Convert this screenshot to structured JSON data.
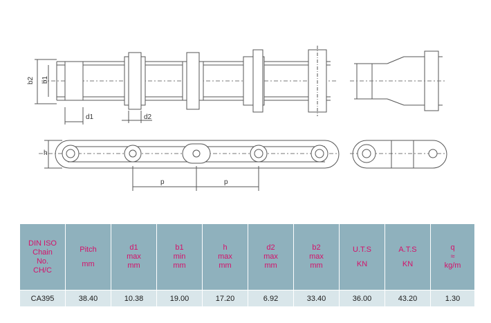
{
  "drawing": {
    "labels": {
      "b2": "b2",
      "b1": "b1",
      "d1": "d1",
      "d2": "d2",
      "h": "h",
      "p1": "p",
      "p2": "p"
    }
  },
  "table": {
    "headers": [
      {
        "lines": [
          "DIN ISO",
          "Chain",
          "No.",
          "CH/C"
        ]
      },
      {
        "top": "Pitch",
        "unit": "mm"
      },
      {
        "top": "d1",
        "sub": "max",
        "unit": "mm"
      },
      {
        "top": "b1",
        "sub": "min",
        "unit": "mm"
      },
      {
        "top": "h",
        "sub": "max",
        "unit": "mm"
      },
      {
        "top": "d2",
        "sub": "max",
        "unit": "mm"
      },
      {
        "top": "b2",
        "sub": "max",
        "unit": "mm"
      },
      {
        "top": "U.T.S",
        "unit": "KN"
      },
      {
        "top": "A.T.S",
        "unit": "KN"
      },
      {
        "top": "q",
        "sub": "≈",
        "unit": "kg/m"
      }
    ],
    "rows": [
      [
        "CA395",
        "38.40",
        "10.38",
        "19.00",
        "17.20",
        "6.92",
        "33.40",
        "36.00",
        "43.20",
        "1.30"
      ]
    ]
  },
  "colors": {
    "header_bg": "#8fb1bd",
    "header_text": "#d4116a",
    "row_bg": "#d9e6ea"
  }
}
